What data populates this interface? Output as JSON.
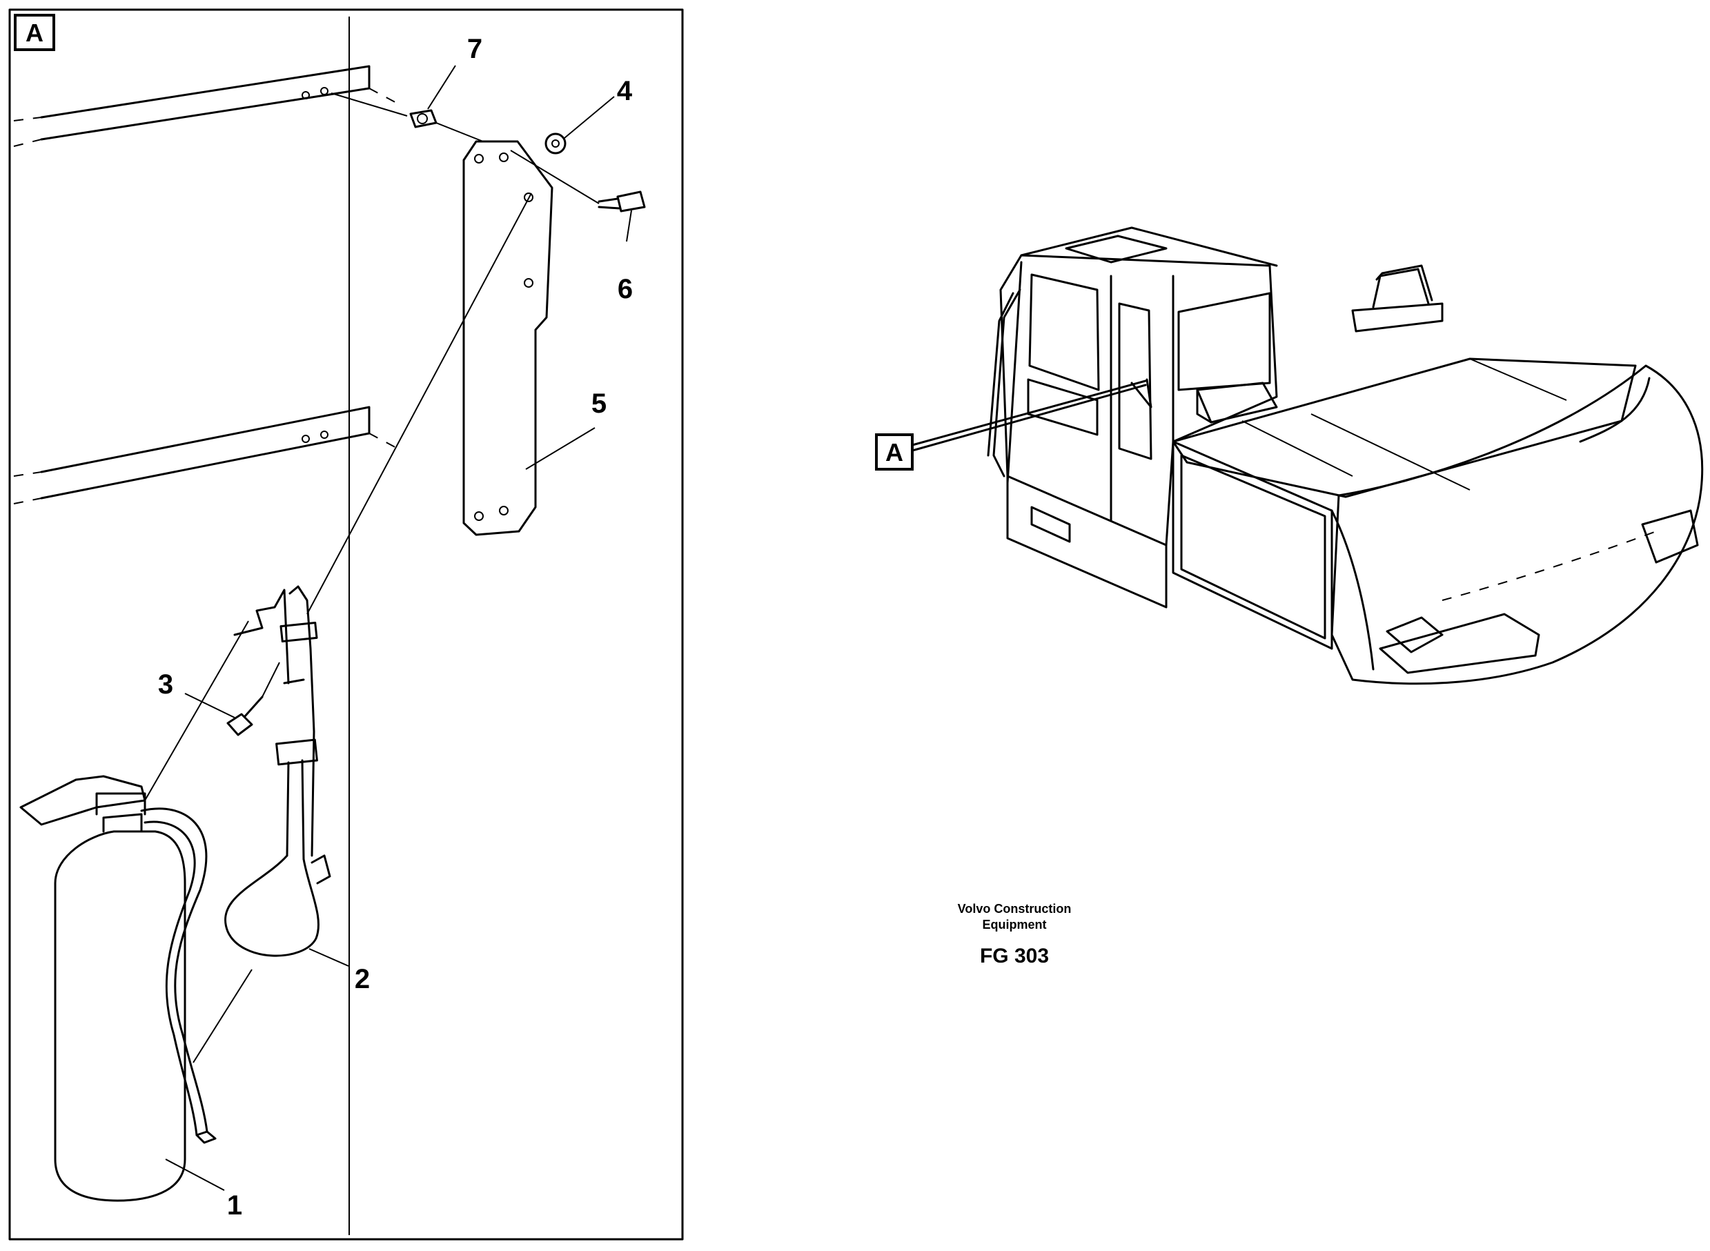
{
  "detail_view": {
    "view_label": "A",
    "callouts": [
      "1",
      "2",
      "3",
      "4",
      "5",
      "6",
      "7"
    ]
  },
  "overview": {
    "view_label": "A"
  },
  "credit": {
    "line1": "Volvo Construction",
    "line2": "Equipment",
    "code": "FG 303"
  }
}
